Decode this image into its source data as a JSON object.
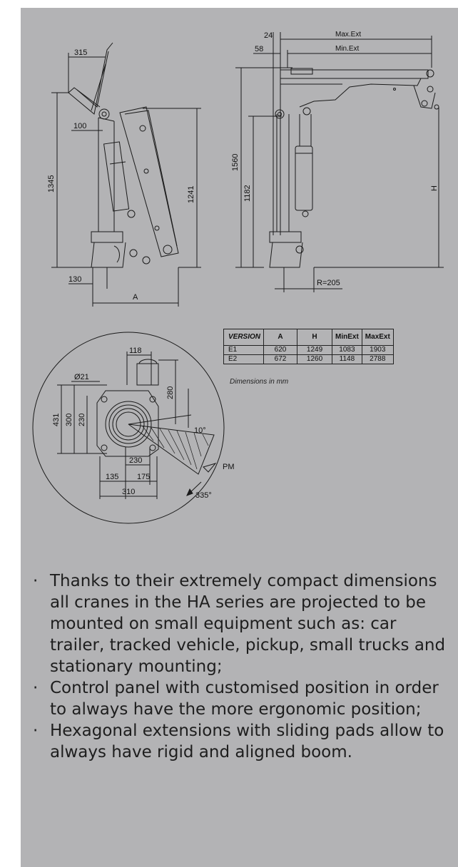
{
  "drawing_labels": {
    "side": {
      "dim_315": "315",
      "dim_100": "100",
      "dim_1345": "1345",
      "dim_1241": "1241",
      "dim_130": "130",
      "dim_a": "A"
    },
    "front": {
      "dim_24": "24",
      "dim_58": "58",
      "max_ext": "Max.Ext",
      "min_ext": "Min.Ext",
      "dim_1560": "1560",
      "dim_1182": "1182",
      "dim_h": "H",
      "radius": "R=205"
    },
    "plan": {
      "dim_118": "118",
      "dim_d21": "Ø21",
      "dim_280": "280",
      "dim_431": "431",
      "dim_300": "300",
      "dim_230v": "230",
      "angle_10": "10°",
      "dim_230h": "230",
      "dim_135": "135",
      "dim_175": "175",
      "dim_310": "310",
      "pm": "PM",
      "angle_335": "335°"
    }
  },
  "table": {
    "headers": [
      "VERSION",
      "A",
      "H",
      "MinExt",
      "MaxExt"
    ],
    "rows": [
      [
        "E1",
        "620",
        "1249",
        "1083",
        "1903"
      ],
      [
        "E2",
        "672",
        "1260",
        "1148",
        "2788"
      ]
    ],
    "note": "Dimensions in mm"
  },
  "bullets": [
    "Thanks to their extremely compact dimensions all cranes in the HA series are projected to be mounted on small equipment such as: car trailer, tracked vehicle, pickup, small trucks and stationary mounting;",
    "Control panel with customised position in order to always have the more ergonomic position;",
    "Hexagonal extensions with sliding pads allow to always have rigid and aligned boom."
  ],
  "bullet_symbol": "·"
}
